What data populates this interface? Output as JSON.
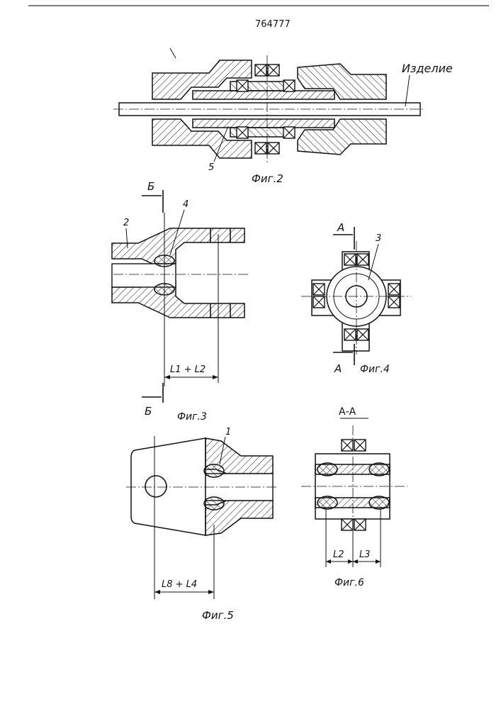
{
  "document": {
    "number": "764777"
  },
  "labels": {
    "product": "Изделие",
    "fig2": "Фиг.2",
    "fig3": "Фиг.3",
    "fig4": "Фиг.4",
    "fig5": "Фиг.5",
    "fig6": "Фиг.6",
    "section_aa": "А-А"
  },
  "callouts": {
    "p1": "1",
    "p2": "2",
    "p3": "3",
    "p4": "4",
    "p5": "5"
  },
  "section_marks": {
    "b": "Б",
    "a": "А"
  },
  "dimensions": {
    "l1_l2": "L1 + L2",
    "l8_l4": "L8 + L4",
    "l2": "L2",
    "l3": "L3"
  }
}
